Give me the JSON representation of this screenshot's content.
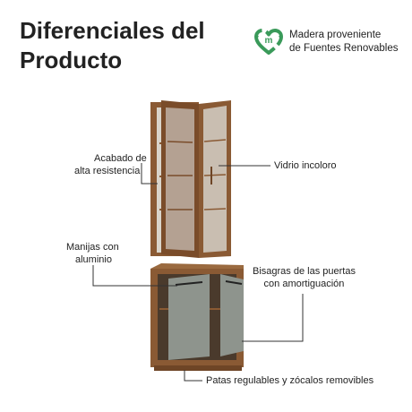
{
  "title": {
    "line1": "Diferenciales del",
    "line2": "Producto"
  },
  "badge": {
    "icon": "recycle-heart-icon",
    "line1": "Madera proveniente",
    "line2": "de Fuentes Renovables",
    "brand_letter": "m",
    "color": "#3a9a5a"
  },
  "callouts": {
    "finish": {
      "line1": "Acabado de",
      "line2": "alta resistencia"
    },
    "glass": {
      "text": "Vidrio incoloro"
    },
    "handles": {
      "line1": "Manijas con",
      "line2": "aluminio"
    },
    "hinges": {
      "line1": "Bisagras de las puertas",
      "line2": "con amortiguación"
    },
    "legs": {
      "text": "Patas regulables y zócalos removibles"
    }
  },
  "colors": {
    "wood": "#8a5a34",
    "wood_dark": "#6e4526",
    "door_gray": "#8e948d",
    "glass": "#e4e8e7",
    "interior": "#f3f1ec"
  }
}
